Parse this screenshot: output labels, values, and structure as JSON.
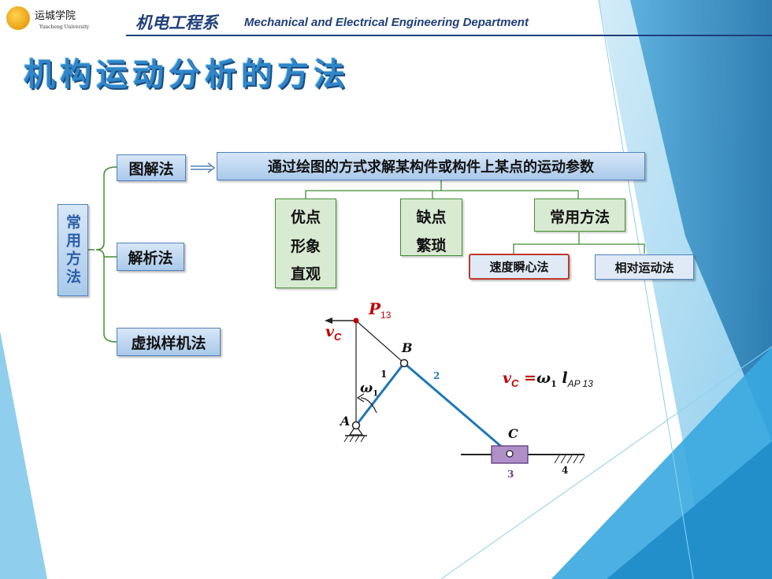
{
  "header": {
    "logo_name": "运城学院",
    "logo_sub": "Yuncheng University",
    "dept_cn": "机电工程系",
    "dept_en": "Mechanical and Electrical Engineering Department"
  },
  "title": "机构运动分析的方法",
  "tree": {
    "root": "常用方法",
    "methods": [
      "图解法",
      "解析法",
      "虚拟样机法"
    ],
    "description": "通过绘图的方式求解某构件或构件上某点的运动参数",
    "advantages": {
      "heading": "优点",
      "line1": "形象",
      "line2": "直观"
    },
    "disadvantages": {
      "heading": "缺点",
      "line1": "繁琐"
    },
    "common": {
      "heading": "常用方法",
      "items": [
        "速度瞬心法",
        "相对运动法"
      ]
    }
  },
  "diagram": {
    "p_label": "P",
    "p_sub": "13",
    "vc_label": "v",
    "vc_sub": "C",
    "b_label": "B",
    "a_label": "A",
    "c_label": "C",
    "link1": "1",
    "link2": "2",
    "link3": "3",
    "link4": "4",
    "omega": "ω",
    "omega_sub": "1",
    "formula": {
      "v": "v",
      "v_sub": "C",
      "eq": " =",
      "omega": "ω",
      "omega_sub": "1",
      "l": "l",
      "l_sub": "AP 13"
    }
  },
  "colors": {
    "accent": "#1f3f7a",
    "box_fill": "#b8d3ee",
    "box_border": "#4f81bd",
    "tree_line": "#3e8e2e",
    "link_blue": "#1f77b4",
    "slider": "#b08fc9",
    "red": "#c00000"
  }
}
